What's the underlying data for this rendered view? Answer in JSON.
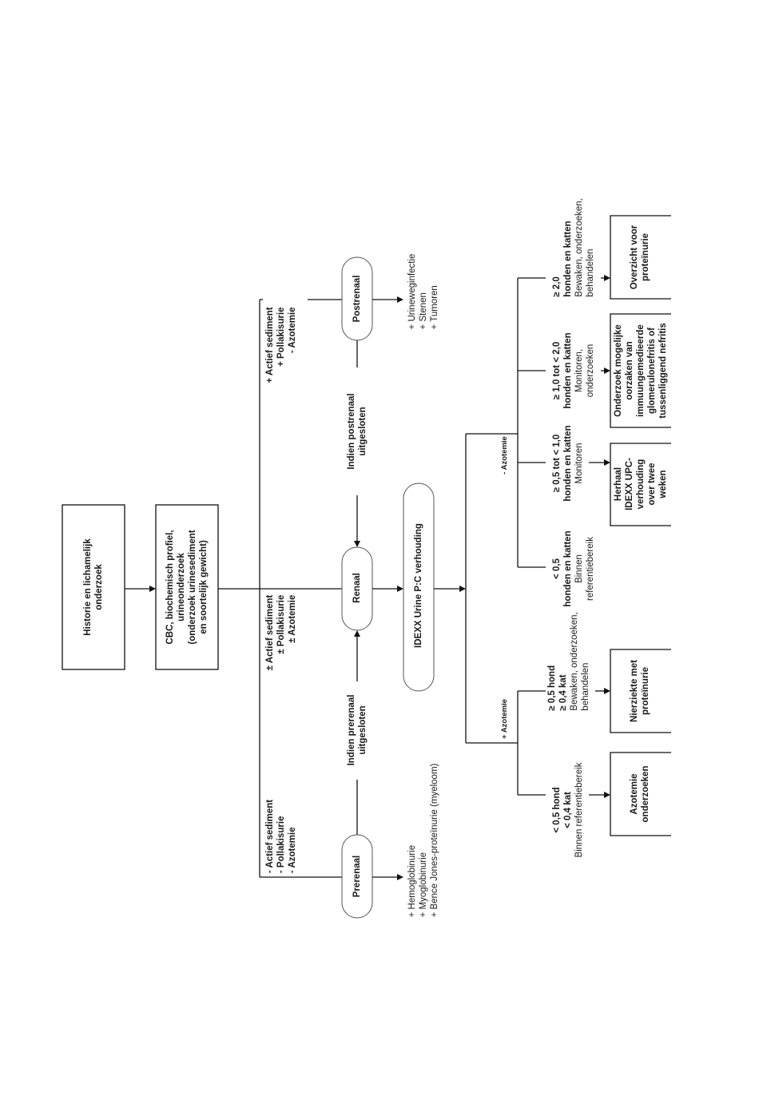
{
  "diagram": {
    "orientation": "rotated-90-ccw",
    "start": {
      "label_lines": [
        "Historie en lichamelijk",
        "onderzoek"
      ]
    },
    "labs": {
      "label_lines": [
        "CBC, biochemisch profiel,",
        "urineonderzoek",
        "(onderzoek urinesediment",
        "en soortelijk gewicht)"
      ]
    },
    "branch_conditions": {
      "postrenal": [
        "+ Actief sediment",
        "+ Pollakisurie",
        "- Azotemie"
      ],
      "renal": [
        "± Actief sediment",
        "± Pollakisurie",
        "± Azotemie"
      ],
      "prerenal": [
        "- Actief sediment",
        "- Pollakisurie",
        "- Azotemie"
      ]
    },
    "nodes": {
      "postrenaal": "Postrenaal",
      "renaal": "Renaal",
      "prerenaal": "Prerenaal",
      "upc": "IDEXX Urine P:C verhouding"
    },
    "exclusions": {
      "postrenal": [
        "Indien postrenaal",
        "uitgesloten"
      ],
      "prerenal": [
        "Indien prerenaal",
        "uitgesloten"
      ]
    },
    "causes": {
      "postrenal": [
        "+ Urineweginfectie",
        "+ Stenen",
        "+ Tumoren"
      ],
      "prerenal": [
        "+ Hemoglobinurie",
        "+ Myoglobinurie",
        "+ Bence Jones-proteïnurie (myeloom)"
      ]
    },
    "azotemia": {
      "negative_label": "- Azotemie",
      "positive_label": "+ Azotemie"
    },
    "outcomes_no_azotemia": [
      {
        "bold": [
          "< 0,5",
          "honden en katten"
        ],
        "normal": [
          "Binnen",
          "referentiebereik"
        ],
        "action": null
      },
      {
        "bold": [
          "≥ 0,5 tot < 1,0",
          "honden en katten"
        ],
        "normal": [
          "Monitoren"
        ],
        "action": [
          "Herhaal",
          "IDEXX UPC-",
          "verhouding",
          "over twee",
          "weken"
        ]
      },
      {
        "bold": [
          "≥ 1,0 tot < 2,0",
          "honden en katten"
        ],
        "normal": [
          "Monitoren,",
          "onderzoeken"
        ],
        "action": [
          "Onderzoek mogelijke",
          "oorzaken van",
          "immuungemedieerde",
          "glomerulonefritis of",
          "tussenliggend nefritis"
        ]
      },
      {
        "bold": [
          "≥ 2,0",
          "honden en katten"
        ],
        "normal": [
          "Bewaken, onderzoeken,",
          "behandelen"
        ],
        "action": [
          "Overzicht voor",
          "proteïnurie"
        ]
      }
    ],
    "outcomes_azotemia": [
      {
        "bold": [
          "< 0,5 hond",
          "< 0,4 kat"
        ],
        "normal": [
          "Binnen referentiebereik"
        ],
        "action": [
          "Azotemie",
          "onderzoeken"
        ]
      },
      {
        "bold": [
          "≥ 0,5 hond",
          "≥ 0,4 kat"
        ],
        "normal": [
          "Bewaken, onderzoeken,",
          "behandelen"
        ],
        "action": [
          "Nierziekte met",
          "proteïnurie"
        ]
      }
    ]
  }
}
